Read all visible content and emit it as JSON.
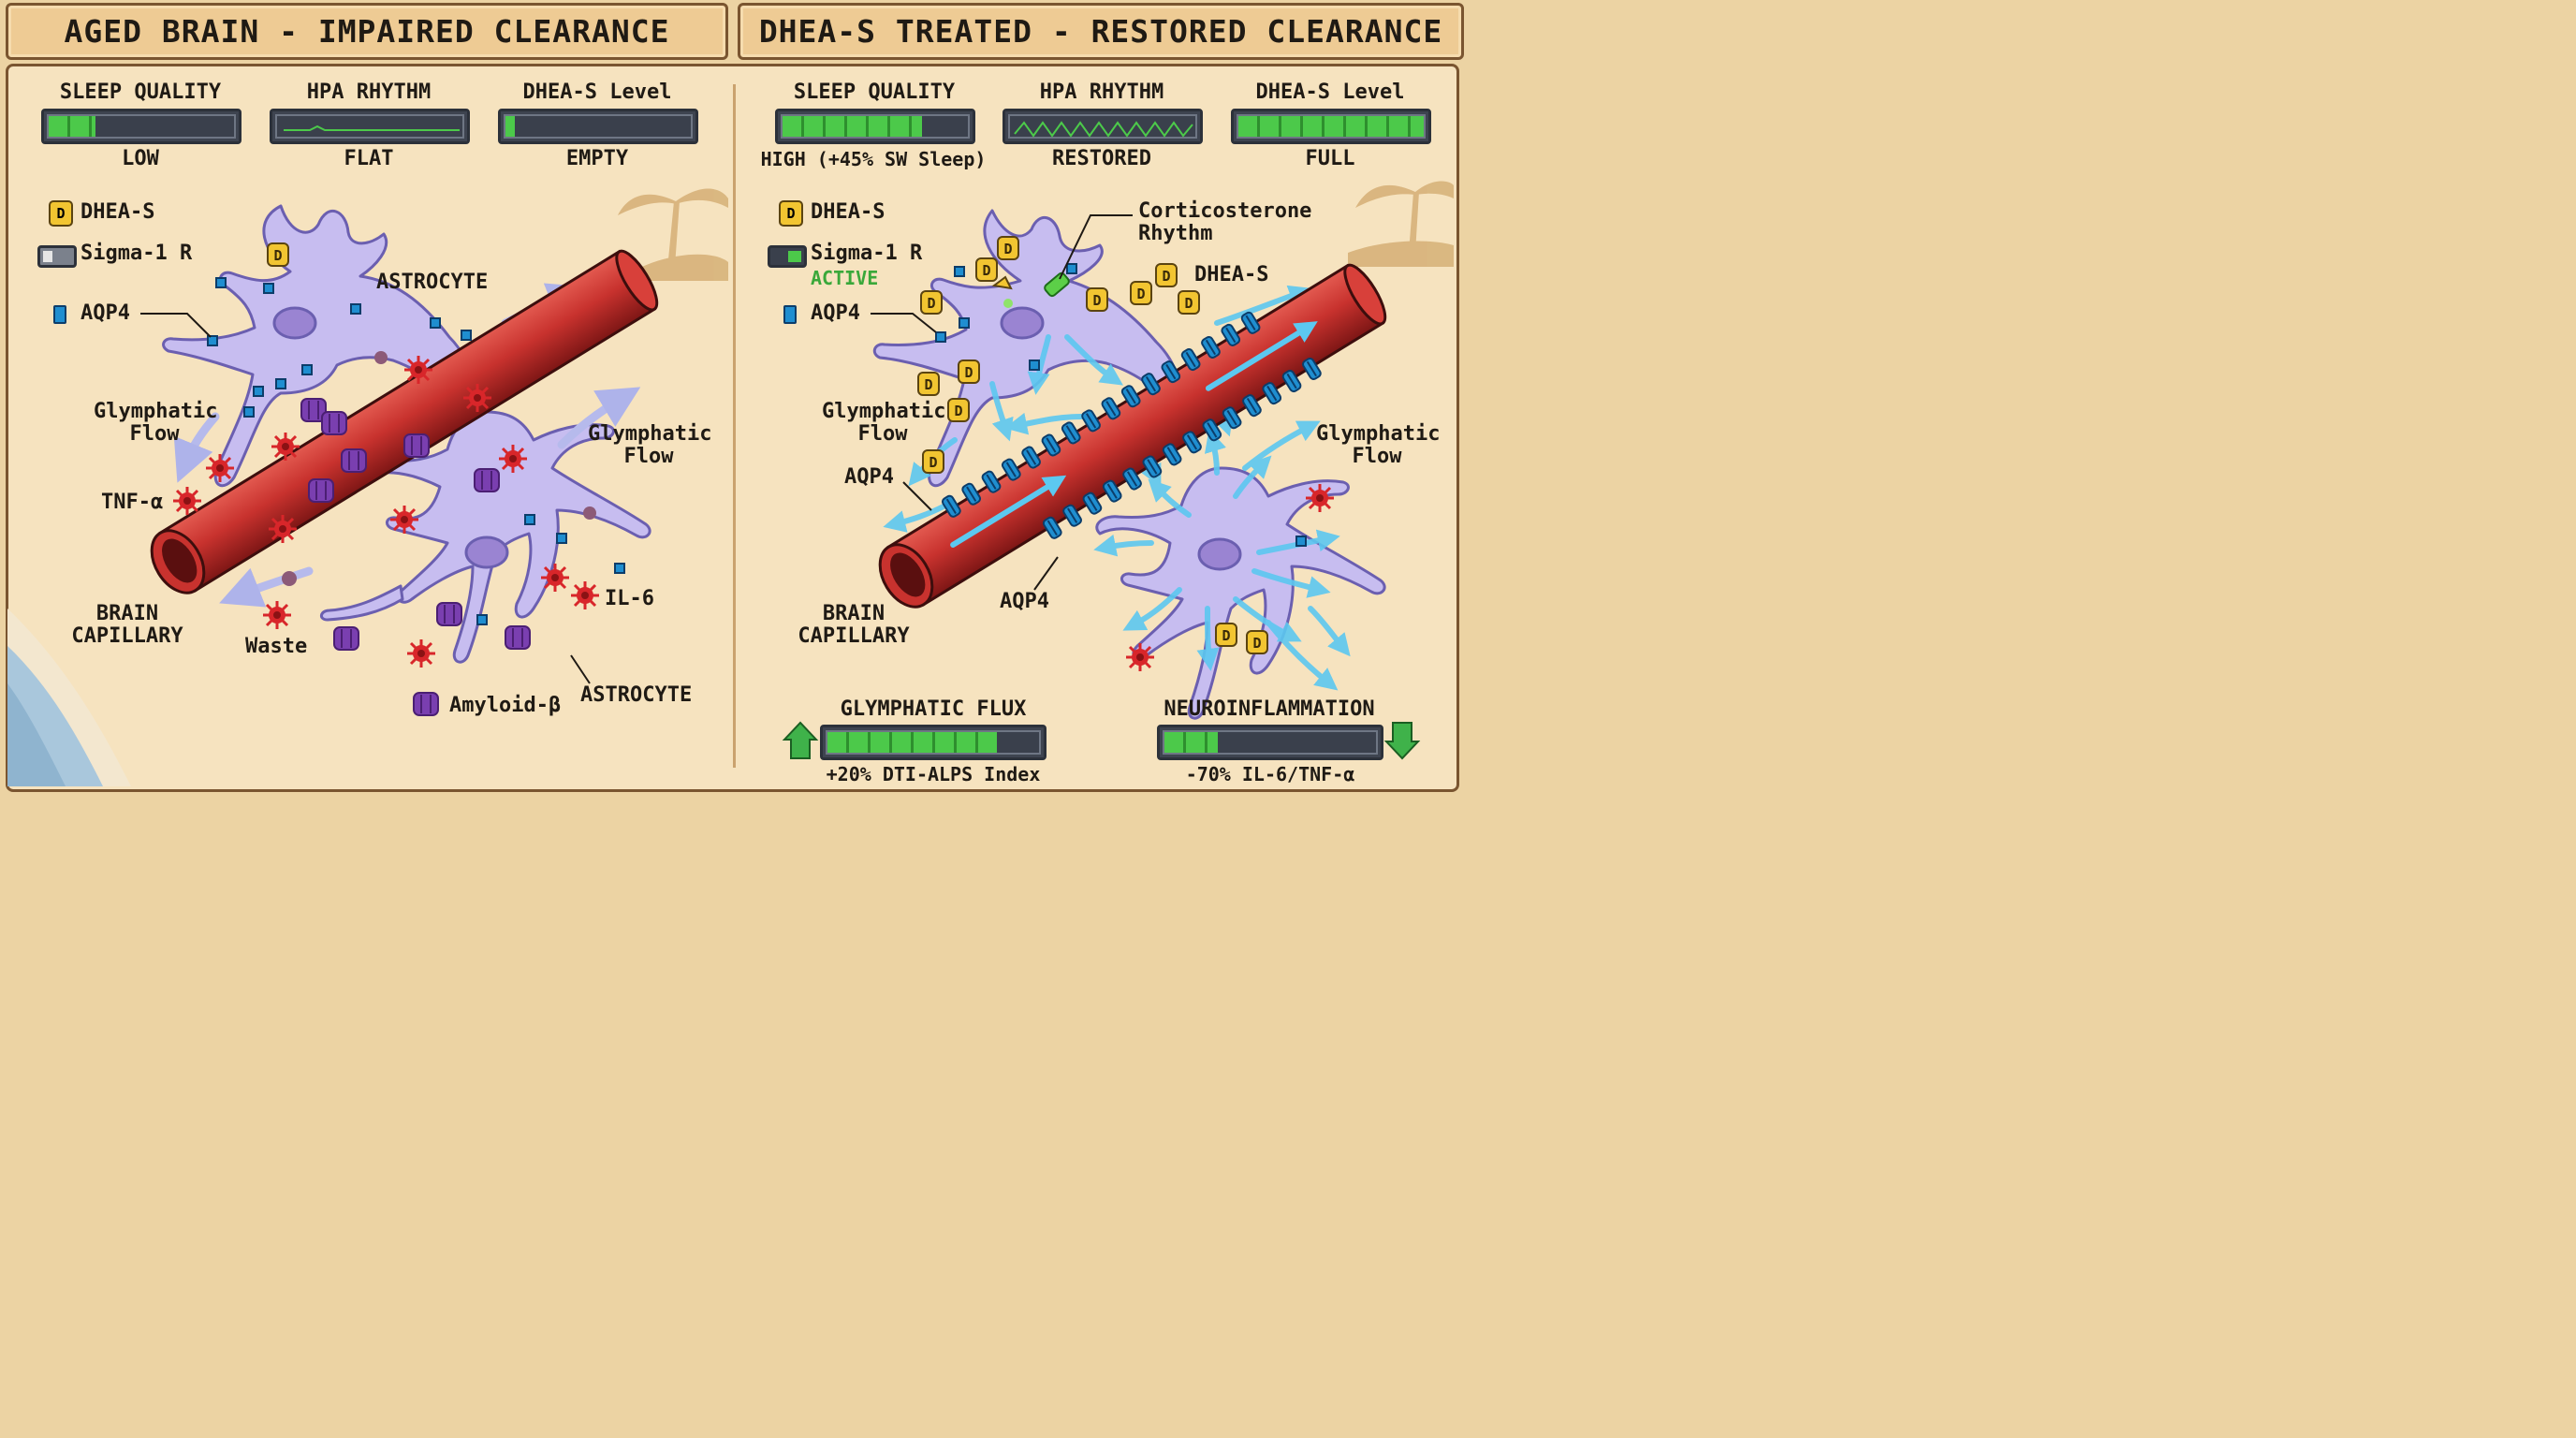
{
  "left": {
    "title": "AGED BRAIN - IMPAIRED CLEARANCE",
    "gauges": [
      {
        "label": "SLEEP QUALITY",
        "status": "LOW",
        "level": 0.25
      },
      {
        "label": "HPA RHYTHM",
        "status": "FLAT",
        "level": 0
      },
      {
        "label": "DHEA-S Level",
        "status": "EMPTY",
        "level": 0.05
      }
    ],
    "legend": {
      "dhea": "DHEA-S",
      "sigma": "Sigma-1 R",
      "aqp4": "AQP4"
    },
    "labels": {
      "astrocyte_top": "ASTROCYTE",
      "flow_left": "Glymphatic\nFlow",
      "flow_right": "Glymphatic\nFlow",
      "tnf": "TNF-α",
      "il6": "IL-6",
      "capillary": "BRAIN\nCAPILLARY",
      "waste": "Waste",
      "amyloid": "Amyloid-β",
      "astrocyte_bottom": "ASTROCYTE"
    }
  },
  "right": {
    "title": "DHEA-S TREATED - RESTORED CLEARANCE",
    "gauges": [
      {
        "label": "SLEEP QUALITY",
        "status": "HIGH (+45% SW Sleep)",
        "level": 0.75
      },
      {
        "label": "HPA RHYTHM",
        "status": "RESTORED",
        "level": 1
      },
      {
        "label": "DHEA-S Level",
        "status": "FULL",
        "level": 1
      }
    ],
    "legend": {
      "dhea": "DHEA-S",
      "sigma": "Sigma-1 R",
      "sigma_status": "ACTIVE",
      "aqp4": "AQP4"
    },
    "labels": {
      "cortico": "Corticosterone\nRhythm",
      "dhea_cluster": "DHEA-S",
      "flow_left": "Glymphatic\nFlow",
      "flow_right": "Glymphatic\nFlow",
      "aqp4_mid": "AQP4",
      "aqp4_low": "AQP4",
      "capillary": "BRAIN\nCAPILLARY"
    },
    "metrics": [
      {
        "label": "GLYMPHATIC FLUX",
        "note": "+20% DTI-ALPS Index",
        "level": 0.8,
        "direction": "up"
      },
      {
        "label": "NEUROINFLAMMATION",
        "note": "-70% IL-6/TNF-α",
        "level": 0.25,
        "direction": "down"
      }
    ]
  },
  "colors": {
    "astrocyte": "#c7bdf0",
    "vessel": "#c8322e",
    "aqp4": "#1f8ed0",
    "amyloid": "#7a3fb0",
    "cytokine": "#d8262a",
    "dhea": "#f2c531",
    "flow": "#5cc8f0",
    "gauge_fill": "#4cc94a"
  }
}
